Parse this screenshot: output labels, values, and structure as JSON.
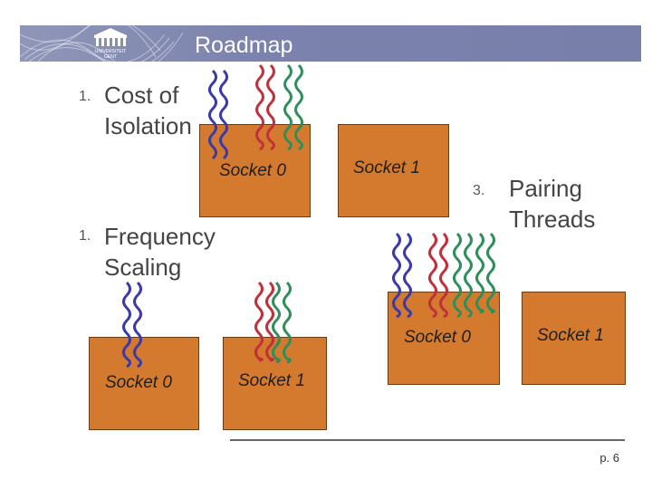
{
  "header": {
    "title": "Roadmap",
    "logo_text": [
      "UNIVERSITEIT",
      "GENT"
    ]
  },
  "items": {
    "item1": {
      "number": "1.",
      "line1": "Cost of",
      "line2": "Isolation"
    },
    "item2": {
      "number": "1.",
      "line1": "Frequency",
      "line2": "Scaling"
    },
    "item3": {
      "number": "3.",
      "line1": "Pairing",
      "line2": "Threads"
    }
  },
  "sockets": {
    "isolation_s0": "Socket 0",
    "isolation_s1": "Socket 1",
    "freq_s0": "Socket 0",
    "freq_s1": "Socket 1",
    "pair_s0": "Socket 0",
    "pair_s1": "Socket 1"
  },
  "thread_colors": {
    "blue": "#3a3aaa",
    "red": "#c0303a",
    "green": "#2f8f5a"
  },
  "colors": {
    "socket_fill": "#d47a2f",
    "header_bg": "#7a82ad"
  },
  "footer": {
    "page": "p. 6"
  }
}
